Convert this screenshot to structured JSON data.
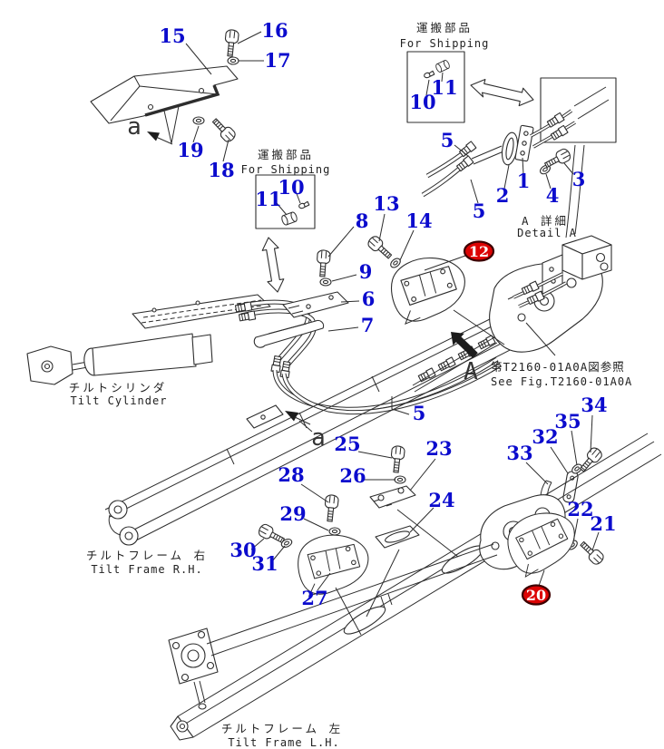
{
  "diagram_type": "machine-parts-exploded-diagram",
  "colors": {
    "callout_blue": "#0b0bcd",
    "callout_red_fill": "#dc0404",
    "callout_red_text": "#ffffff",
    "line": "#2d2d2d",
    "background": "#ffffff"
  },
  "labels": {
    "shipping_top": {
      "jp": "運搬部品",
      "en": "For Shipping"
    },
    "shipping_left": {
      "jp": "運搬部品",
      "en": "For Shipping"
    },
    "detail_a": {
      "jp": "A 詳細",
      "en": "Detail A"
    },
    "see_fig": {
      "jp": "第T2160-01A0A図参照",
      "en": "See Fig.T2160-01A0A"
    },
    "tilt_cylinder": {
      "jp": "チルトシリンダ",
      "en": "Tilt Cylinder"
    },
    "tilt_frame_rh": {
      "jp": "チルトフレーム 右",
      "en": "Tilt Frame R.H."
    },
    "tilt_frame_lh": {
      "jp": "チルトフレーム 左",
      "en": "Tilt Frame L.H."
    },
    "view_a_top": "a",
    "view_a_mid": "a",
    "view_A": "A"
  },
  "callouts": {
    "n1": "1",
    "n2": "2",
    "n3": "3",
    "n4": "4",
    "n5": "5",
    "n6": "6",
    "n7": "7",
    "n8": "8",
    "n9": "9",
    "n10": "10",
    "n11": "11",
    "n12": "12",
    "n13": "13",
    "n14": "14",
    "n15": "15",
    "n16": "16",
    "n17": "17",
    "n18": "18",
    "n19": "19",
    "n20": "20",
    "n21": "21",
    "n22": "22",
    "n23": "23",
    "n24": "24",
    "n25": "25",
    "n26": "26",
    "n27": "27",
    "n28": "28",
    "n29": "29",
    "n30": "30",
    "n31": "31",
    "n32": "32",
    "n33": "33",
    "n34": "34",
    "n35": "35"
  }
}
